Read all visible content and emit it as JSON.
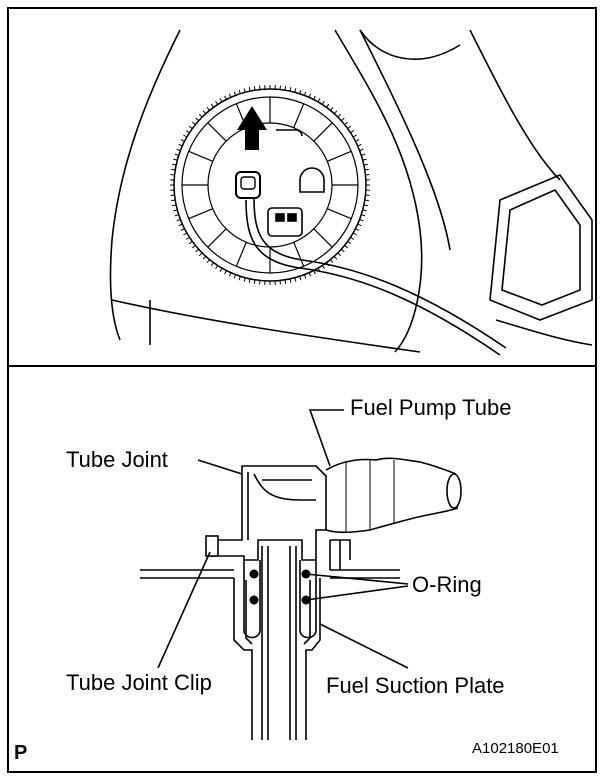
{
  "figure": {
    "corner_letter": "P",
    "figure_code": "A102180E01"
  },
  "labels": {
    "fuel_pump_tube": "Fuel Pump Tube",
    "tube_joint": "Tube Joint",
    "o_ring": "O-Ring",
    "tube_joint_clip": "Tube Joint Clip",
    "fuel_suction_plate": "Fuel Suction Plate"
  }
}
